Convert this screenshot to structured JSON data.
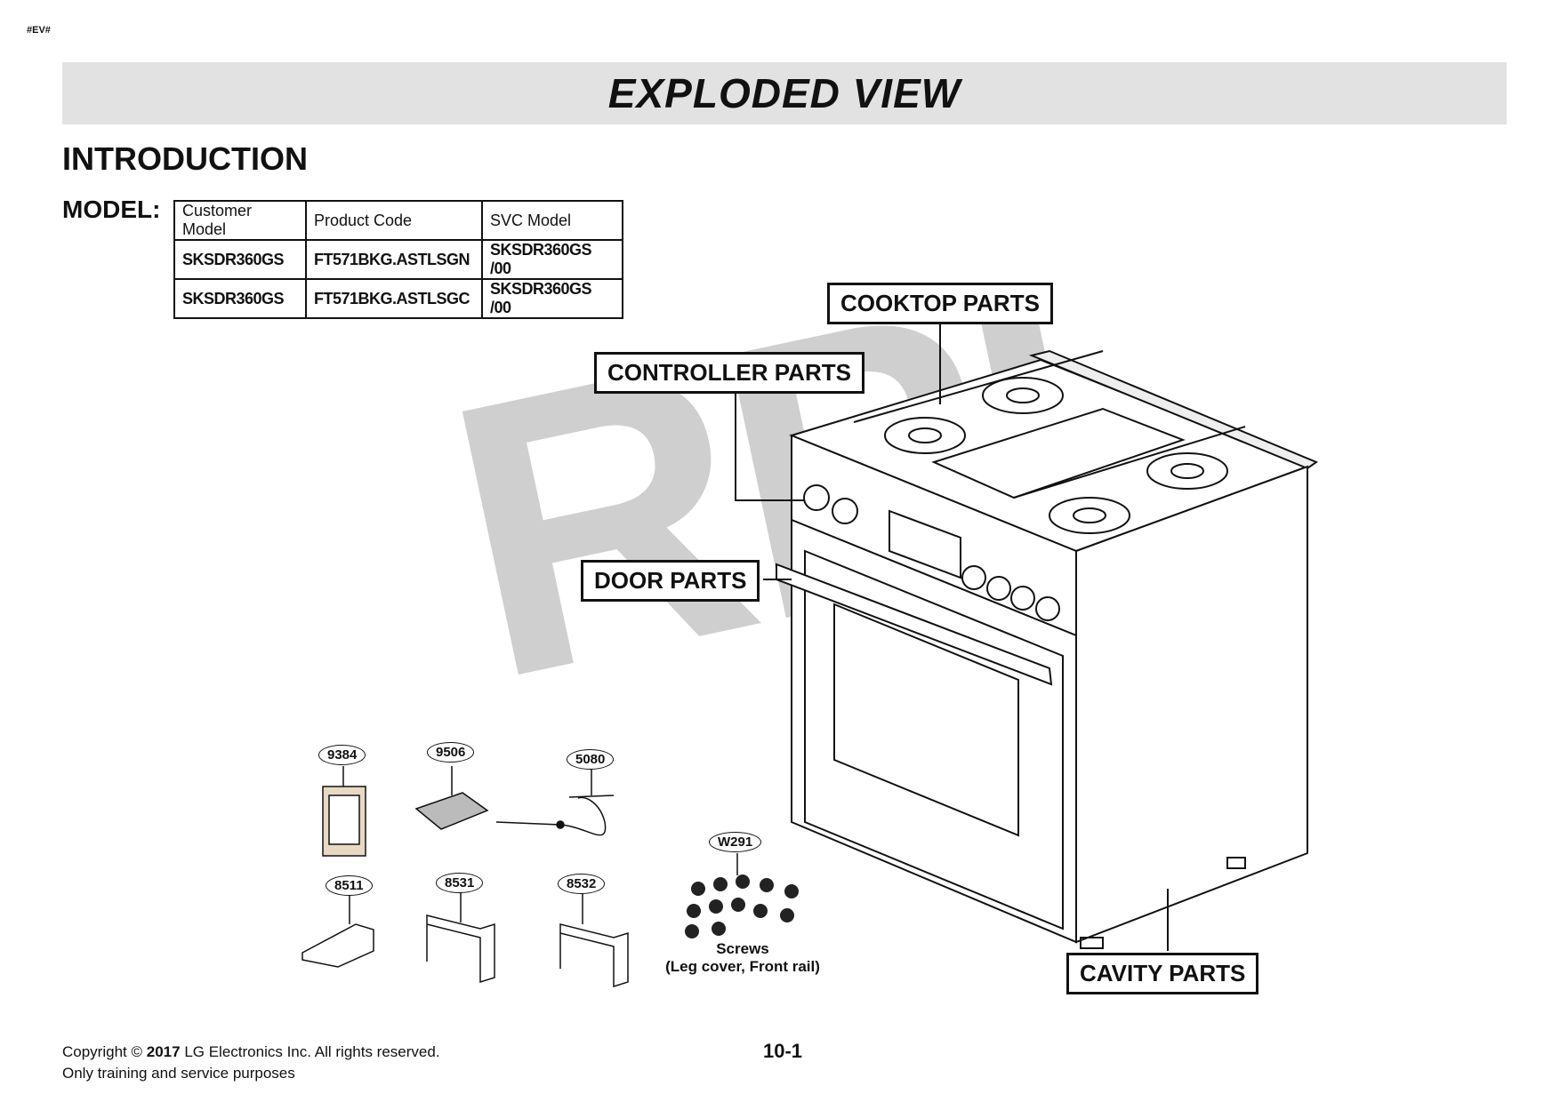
{
  "corner_mark": "#EV#",
  "banner_title": "EXPLODED VIEW",
  "intro_heading": "INTRODUCTION",
  "model_label": "MODEL:",
  "model_table": {
    "headers": [
      "Customer Model",
      "Product Code",
      "SVC Model"
    ],
    "rows": [
      [
        "SKSDR360GS",
        "FT571BKG.ASTLSGN",
        "SKSDR360GS /00"
      ],
      [
        "SKSDR360GS",
        "FT571BKG.ASTLSGC",
        "SKSDR360GS /00"
      ]
    ]
  },
  "callouts": {
    "cooktop": "COOKTOP PARTS",
    "controller": "CONTROLLER  PARTS",
    "door": "DOOR PARTS",
    "cavity": "CAVITY PARTS"
  },
  "watermark": "RPI",
  "parts": {
    "p9384": "9384",
    "p9506": "9506",
    "p5080": "5080",
    "pW291": "W291",
    "p8511": "8511",
    "p8531": "8531",
    "p8532": "8532"
  },
  "screws_caption_line1": "Screws",
  "screws_caption_line2": "(Leg cover, Front rail)",
  "footer": {
    "copyright_prefix": "Copyright ©",
    "copyright_year": "2017",
    "copyright_suffix": "LG Electronics Inc. All rights reserved.",
    "line2": "Only training and service purposes"
  },
  "page_number": "10-1"
}
